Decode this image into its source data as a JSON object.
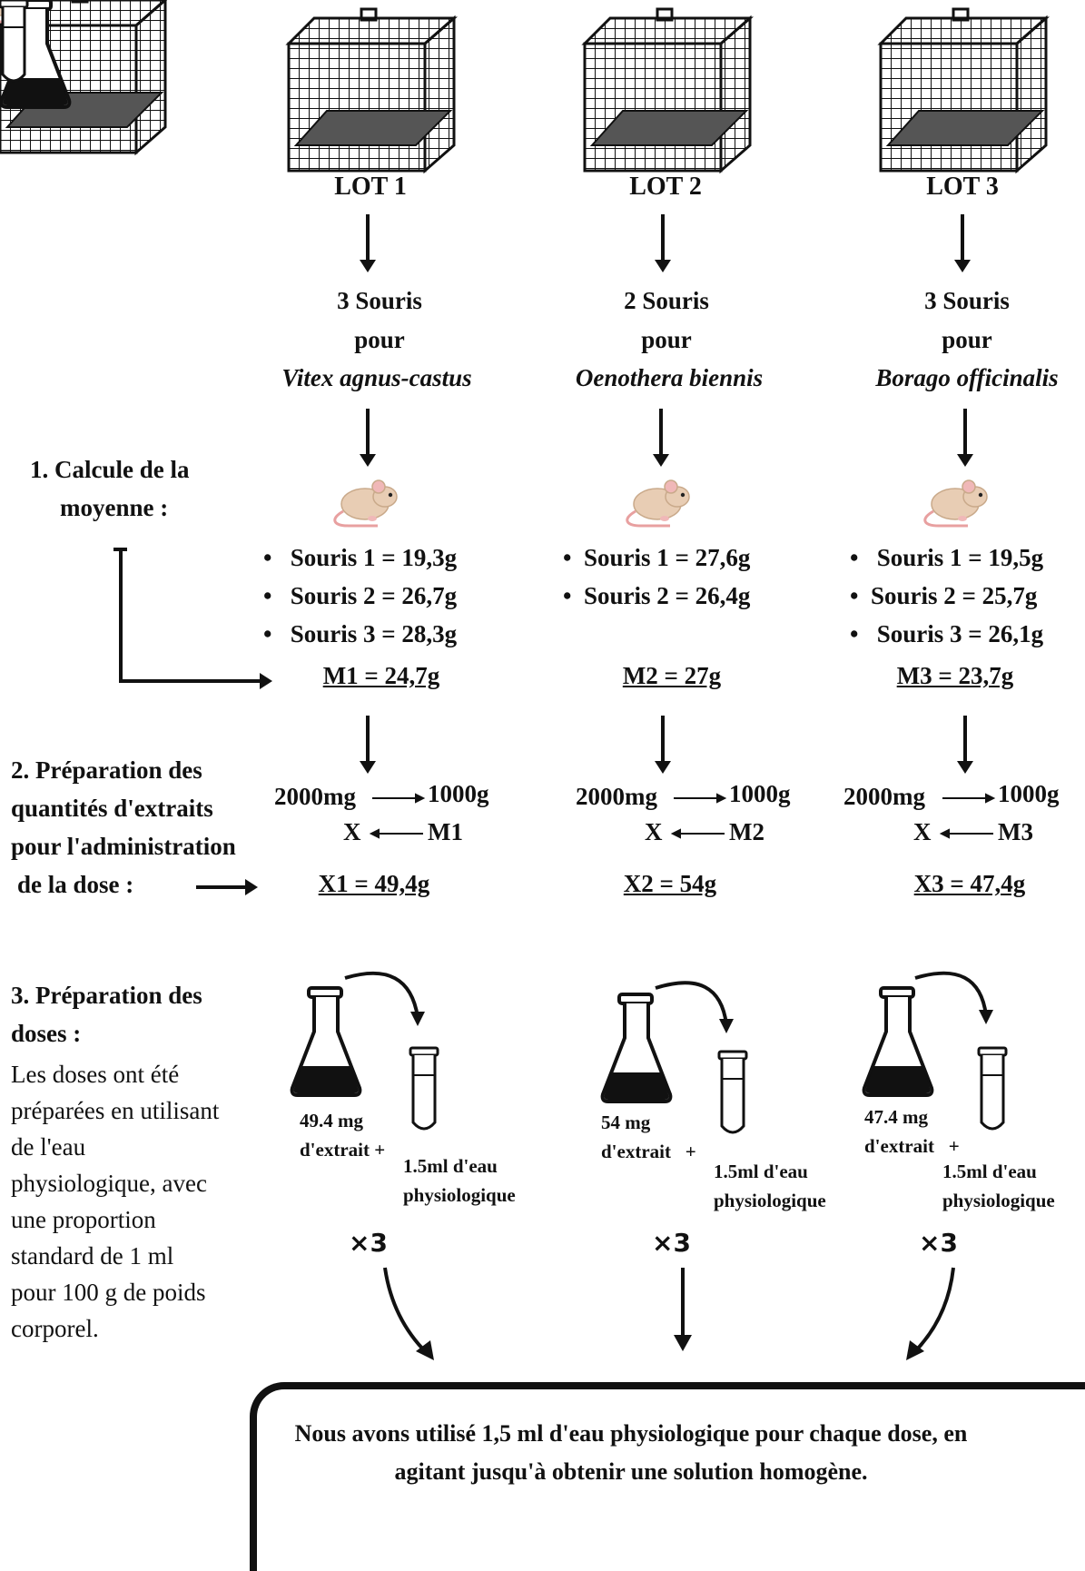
{
  "lots": [
    {
      "lot_label": "LOT 1",
      "mice_count": "3 Souris",
      "pour": "pour",
      "plant": "Vitex agnus-castus",
      "weights": [
        "Souris 1 = 19,3g",
        "Souris 2 = 26,7g",
        "Souris 3 = 28,3g"
      ],
      "mean": "M1 = 24,7g",
      "ratio_top": "2000mg",
      "ratio_top_right": "1000g",
      "ratio_bottom_left": "X",
      "ratio_bottom_right": "M1",
      "dose_result": "X1 = 49,4g",
      "extract_line1": "49.4 mg",
      "extract_line2": "d'extrait",
      "water_line1": "1.5ml d'eau",
      "water_line2": "physiologique",
      "multiplier": "×3"
    },
    {
      "lot_label": "LOT 2",
      "mice_count": "2 Souris",
      "pour": "pour",
      "plant": "Oenothera biennis",
      "weights": [
        "Souris 1 = 27,6g",
        "Souris 2 = 26,4g"
      ],
      "mean": "M2 = 27g",
      "ratio_top": "2000mg",
      "ratio_top_right": "1000g",
      "ratio_bottom_left": "X",
      "ratio_bottom_right": "M2",
      "dose_result": "X2 = 54g",
      "extract_line1": "54 mg",
      "extract_line2": "d'extrait",
      "water_line1": "1.5ml d'eau",
      "water_line2": "physiologique",
      "multiplier": "×3"
    },
    {
      "lot_label": "LOT 3",
      "mice_count": "3 Souris",
      "pour": "pour",
      "plant": "Borago officinalis",
      "weights": [
        "Souris 1 = 19,5g",
        "Souris 2 = 25,7g",
        "Souris 3 = 26,1g"
      ],
      "mean": "M3 = 23,7g",
      "ratio_top": "2000mg",
      "ratio_top_right": "1000g",
      "ratio_bottom_left": "X",
      "ratio_bottom_right": "M3",
      "dose_result": "X3 = 47,4g",
      "extract_line1": "47.4 mg",
      "extract_line2": "d'extrait",
      "water_line1": "1.5ml d'eau",
      "water_line2": "physiologique",
      "multiplier": "×3"
    }
  ],
  "plus_sign": "+",
  "steps": {
    "step1_line1": "1. Calcule de la",
    "step1_line2": "moyenne :",
    "step2_line1": "2. Préparation des",
    "step2_line2": "quantités d'extraits",
    "step2_line3": "pour l'administration",
    "step2_line4": "de la dose :",
    "step3_line1": "3. Préparation des",
    "step3_line2": "doses :",
    "step3_desc": "Les doses ont été préparées en utilisant de l'eau physiologique, avec une proportion standard de 1 ml pour 100 g de poids corporel."
  },
  "conclusion": "Nous avons utilisé 1,5 ml d'eau physiologique pour chaque dose, en agitant jusqu'à obtenir une solution homogène."
}
